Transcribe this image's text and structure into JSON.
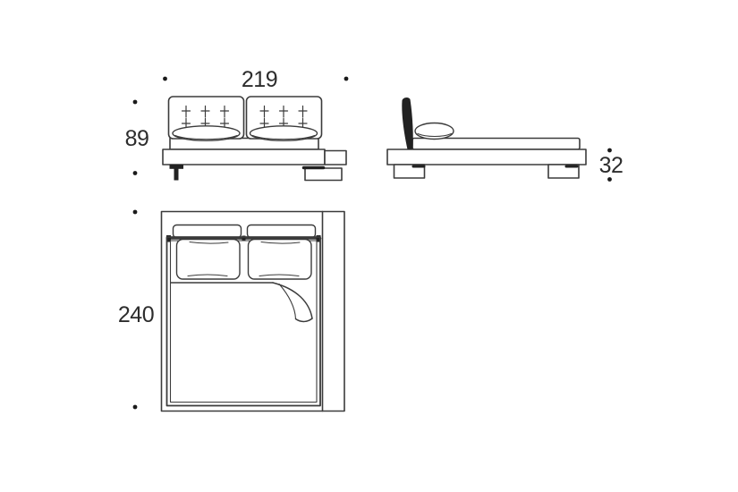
{
  "colors": {
    "background": "#ffffff",
    "line": "#3b3b3b",
    "ink": "#222222",
    "label_text": "#2d2d2d"
  },
  "labels": {
    "width": "219",
    "height": "89",
    "depth": "240",
    "platform_height": "32"
  }
}
